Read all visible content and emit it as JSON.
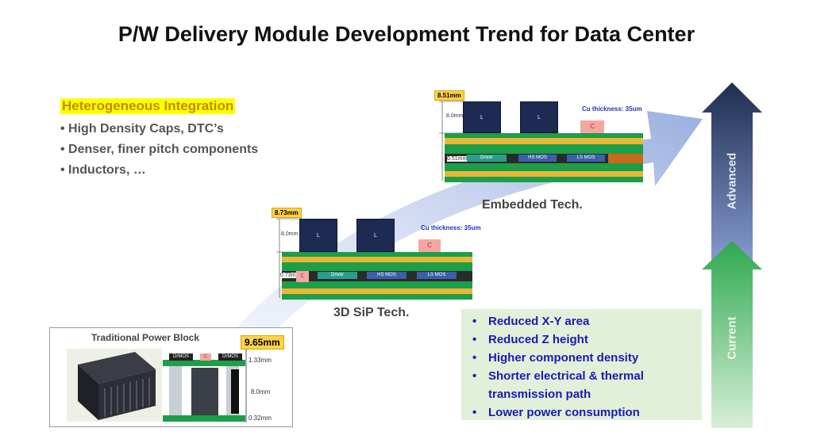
{
  "title": "P/W Delivery Module Development Trend for Data Center",
  "heterogeneous": {
    "heading": "Heterogeneous Integration",
    "items": [
      "High Density Caps, DTC’s",
      "Denser, finer pitch components",
      "Inductors, …"
    ]
  },
  "embedded": {
    "label": "Embedded Tech.",
    "height_badge": "8.51mm",
    "dim_inductor": "8.0mm",
    "dim_board": "0.51mm",
    "cu_note": "Cu thickness: 35um",
    "parts": {
      "inductor": "L",
      "cap": "C",
      "driver": "Driver",
      "hs": "HS MOS",
      "ls": "LS MOS"
    }
  },
  "sip": {
    "label": "3D SiP Tech.",
    "height_badge": "8.73mm",
    "dim_inductor": "8.0mm",
    "dim_board": "0.73mm",
    "cu_note": "Cu thickness: 35um",
    "parts": {
      "inductor": "L",
      "cap": "C",
      "driver": "Driver",
      "hs": "HS MOS",
      "ls": "LS MOS"
    }
  },
  "traditional": {
    "label": "Traditional Power Block",
    "height_badge": "9.65mm",
    "dim_top": "1.33mm",
    "dim_mid": "8.0mm",
    "dim_bottom": "0.32mm",
    "parts": {
      "drmos_left": "DrMOS",
      "cap": "C",
      "drmos_right": "DrMOS"
    }
  },
  "benefits": [
    "Reduced X-Y area",
    "Reduced Z height",
    "Higher component density",
    "Shorter electrical & thermal transmission path",
    "Lower power consumption"
  ],
  "progress_arrow": {
    "top_label": "Advanced",
    "bottom_label": "Current"
  },
  "colors": {
    "gold": "#ffd24a",
    "navy": "#2b3d66",
    "green": "#2fa84f",
    "pcb_green": "#1d9e49",
    "copper": "#e9b73a"
  }
}
